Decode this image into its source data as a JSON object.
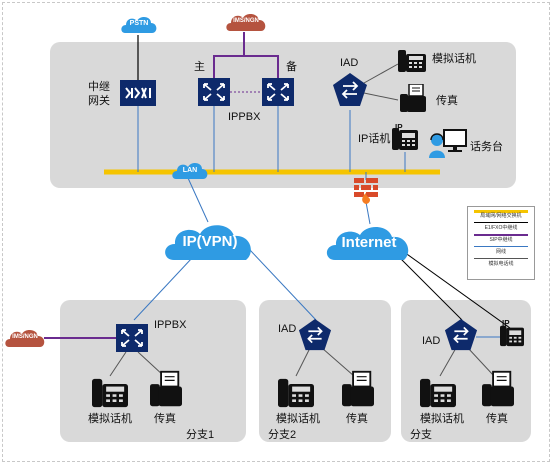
{
  "legend": {
    "title": "",
    "items": [
      {
        "label": "局域网/网络交换机",
        "color": "#f5c400"
      },
      {
        "label": "E1/FXO中继线",
        "color": "#000000"
      },
      {
        "label": "SIP中继线",
        "color": "#6a2b8f"
      },
      {
        "label": "网线",
        "color": "#3a78c2"
      },
      {
        "label": "模拟电话线",
        "color": "#555555"
      }
    ]
  },
  "hq": {
    "pstn": "PSTN",
    "ims_top": "IMS/NGN",
    "trunk_gw": "中继\n网关",
    "trunk_gw_line1": "中继",
    "trunk_gw_line2": "网关",
    "master": "主",
    "backup": "备",
    "ippbx": "IPPBX",
    "iad": "IAD",
    "analog_phone": "模拟话机",
    "fax": "传真",
    "ip_phone": "IP话机",
    "ip_badge": "IP",
    "console": "话务台",
    "lan": "LAN"
  },
  "wan": {
    "ipvpn": "IP(VPN)",
    "internet": "Internet"
  },
  "branch1": {
    "ims": "IMS/NGN",
    "ippbx": "IPPBX",
    "analog_phone": "模拟话机",
    "fax": "传真",
    "name": "分支1"
  },
  "branch2": {
    "iad": "IAD",
    "analog_phone": "模拟话机",
    "fax": "传真",
    "name": "分支2"
  },
  "branch3": {
    "iad": "IAD",
    "analog_phone": "模拟话机",
    "fax": "传真",
    "ip_badge": "IP",
    "name": "分支"
  },
  "colors": {
    "device_navy": "#0e2a6b",
    "lan_yellow": "#f5c400",
    "cloud_blue": "#2f9be3",
    "cloud_brown": "#b5533f",
    "sip_purple": "#6a2b8f",
    "firewall_red": "#d94a2a"
  }
}
